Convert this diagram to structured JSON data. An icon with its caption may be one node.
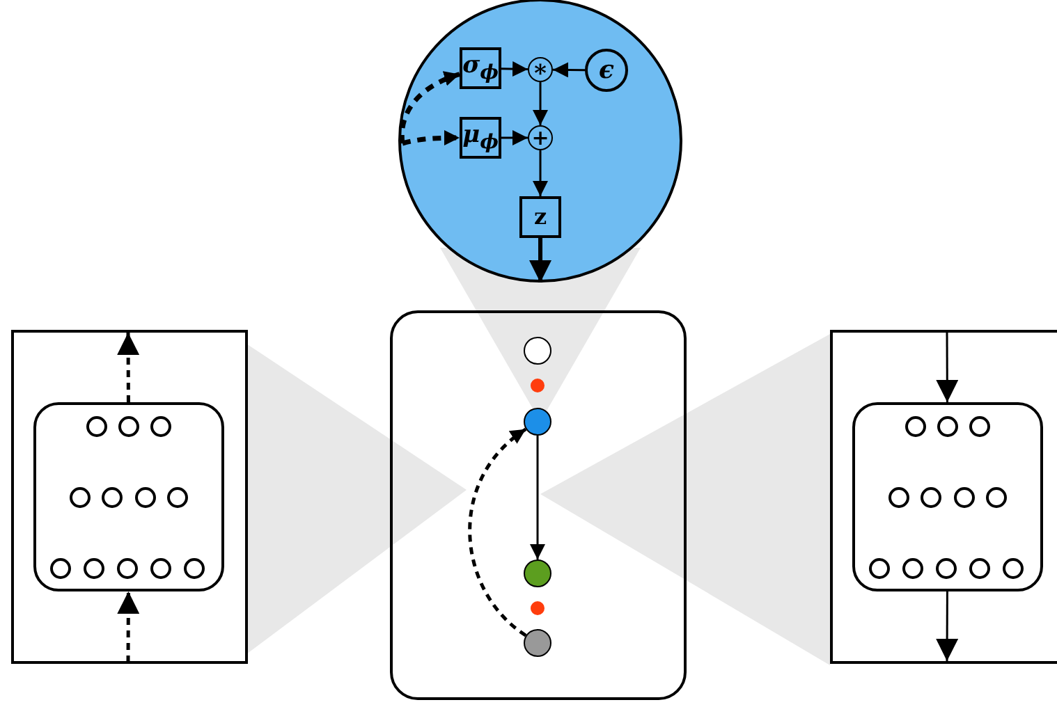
{
  "diagram": {
    "nodes": [
      {
        "text": [],
        "shape": "circle"
      },
      {
        "text": [
          "σ$_{ϕ}$"
        ],
        "in": 0
      },
      {
        "text": [
          "∗"
        ],
        "in": 0
      },
      {
        "text": [
          "ϵ"
        ],
        "in": 0
      },
      {
        "text": [
          "μ$_{ϕ}$"
        ],
        "in": 0
      },
      {
        "text": [
          "+"
        ],
        "in": 0
      },
      {
        "text": [
          "z"
        ],
        "in": 0
      },
      {
        "text": [],
        "shape": "box"
      },
      {
        "text": [],
        "shape": "circle",
        "in": 7
      },
      {
        "text": [],
        "shape": "circle",
        "in": 7
      },
      {
        "text": [],
        "shape": "circle",
        "in": 7
      },
      {
        "text": [],
        "shape": "circle",
        "in": 7
      },
      {
        "text": [],
        "shape": "circle",
        "in": 7
      },
      {
        "text": [],
        "shape": "circle",
        "in": 7
      },
      {
        "text": [],
        "shape": "box"
      },
      {
        "text": [],
        "shape": "box",
        "in": 14
      },
      {
        "text": [],
        "shape": "circle",
        "in": 15
      },
      {
        "text": [],
        "shape": "circle",
        "in": 15
      },
      {
        "text": [],
        "shape": "circle",
        "in": 15
      },
      {
        "text": [],
        "shape": "circle",
        "in": 15
      },
      {
        "text": [],
        "shape": "circle",
        "in": 15
      },
      {
        "text": [],
        "shape": "circle",
        "in": 15
      },
      {
        "text": [],
        "shape": "circle",
        "in": 15
      },
      {
        "text": [],
        "shape": "circle",
        "in": 15
      },
      {
        "text": [],
        "shape": "circle",
        "in": 15
      },
      {
        "text": [],
        "shape": "circle",
        "in": 15
      },
      {
        "text": [],
        "shape": "circle",
        "in": 15
      },
      {
        "text": [],
        "shape": "circle",
        "in": 15
      },
      {
        "text": [],
        "shape": "box"
      },
      {
        "text": [],
        "shape": "box",
        "in": 28
      },
      {
        "text": [],
        "shape": "circle",
        "in": 29
      },
      {
        "text": [],
        "shape": "circle",
        "in": 29
      },
      {
        "text": [],
        "shape": "circle",
        "in": 29
      },
      {
        "text": [],
        "shape": "circle",
        "in": 29
      },
      {
        "text": [],
        "shape": "circle",
        "in": 29
      },
      {
        "text": [],
        "shape": "circle",
        "in": 29
      },
      {
        "text": [],
        "shape": "circle",
        "in": 29
      },
      {
        "text": [],
        "shape": "circle",
        "in": 29
      },
      {
        "text": [],
        "shape": "circle",
        "in": 29
      },
      {
        "text": [],
        "shape": "circle",
        "in": 29
      },
      {
        "text": [],
        "shape": "circle",
        "in": 29
      },
      {
        "text": [],
        "shape": "circle",
        "in": 29
      }
    ],
    "edges": [
      {
        "from": null,
        "to": 1,
        "arrow": "to",
        "style": "dashed"
      },
      {
        "from": null,
        "to": 4,
        "arrow": "to",
        "style": "dashed"
      },
      {
        "from": 1,
        "to": 2,
        "arrow": "to"
      },
      {
        "from": 3,
        "to": 2,
        "arrow": "to"
      },
      {
        "from": 2,
        "to": 5,
        "arrow": "to"
      },
      {
        "from": 4,
        "to": 5,
        "arrow": "to"
      },
      {
        "from": 5,
        "to": 6,
        "arrow": "to"
      },
      {
        "from": 6,
        "to": null,
        "arrow": "to",
        "style": "thick"
      },
      {
        "from": 10,
        "to": 11,
        "arrow": "to"
      },
      {
        "from": 13,
        "to": 10,
        "arrow": "to",
        "style": "dashed"
      },
      {
        "from": null,
        "to": 15,
        "arrow": "to",
        "style": "dashed"
      },
      {
        "from": 15,
        "to": null,
        "arrow": "to",
        "style": "dashed"
      },
      {
        "from": null,
        "to": 29,
        "arrow": "to"
      },
      {
        "from": 29,
        "to": null,
        "arrow": "to"
      }
    ]
  }
}
